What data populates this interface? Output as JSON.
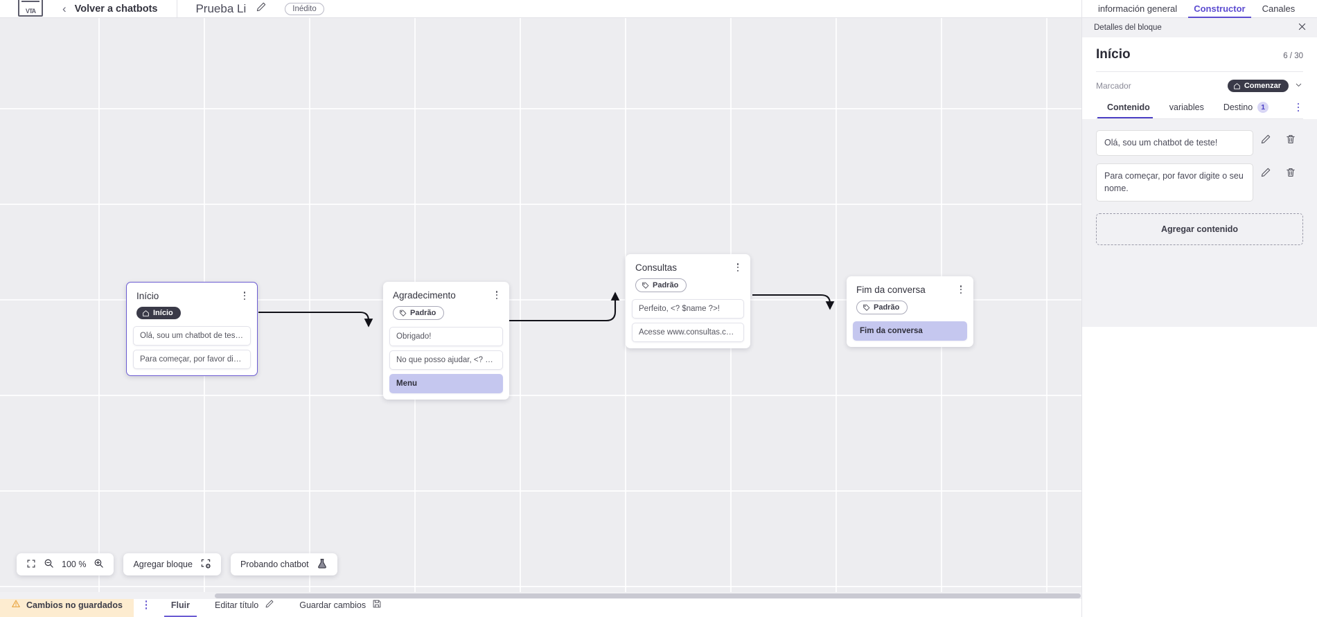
{
  "topbar": {
    "logo_text": "VTA",
    "back_label": "Volver a chatbots",
    "doc_title": "Prueba Li",
    "status_pill": "Inédito",
    "back_icon": "chevron-left-icon",
    "edit_icon": "pencil-icon"
  },
  "canvas": {
    "nodes": [
      {
        "title": "Início",
        "badge": "Início",
        "badge_style": "dark",
        "badge_icon": "home-icon",
        "messages": [
          {
            "text": "Olá, sou um chatbot de teste!",
            "accent": false
          },
          {
            "text": "Para começar, por favor digite o ...",
            "accent": false
          }
        ]
      },
      {
        "title": "Agradecimento",
        "badge": "Padrão",
        "badge_style": "light",
        "badge_icon": "tag-icon",
        "messages": [
          {
            "text": "Obrigado!",
            "accent": false
          },
          {
            "text": "No que posso ajudar, <? $name ...",
            "accent": false
          },
          {
            "text": "Menu",
            "accent": true
          }
        ]
      },
      {
        "title": "Consultas",
        "badge": "Padrão",
        "badge_style": "light",
        "badge_icon": "tag-icon",
        "messages": [
          {
            "text": "Perfeito, <? $name ?>!",
            "accent": false
          },
          {
            "text": "Acesse www.consultas.com par...",
            "accent": false
          }
        ]
      },
      {
        "title": "Fim da conversa",
        "badge": "Padrão",
        "badge_style": "light",
        "badge_icon": "tag-icon",
        "messages": [
          {
            "text": "Fim da conversa",
            "accent": true
          }
        ]
      }
    ]
  },
  "float_tools": {
    "fit_icon": "fit-screen-icon",
    "zoom_out_icon": "zoom-out-icon",
    "zoom_level": "100 %",
    "zoom_in_icon": "zoom-in-icon",
    "add_block_label": "Agregar bloque",
    "add_block_icon": "add-block-icon",
    "test_label": "Probando chatbot",
    "test_icon": "flask-icon"
  },
  "statusbar": {
    "unsaved_label": "Cambios no guardados",
    "warning_icon": "warning-triangle-icon",
    "flow_tab": "Fluir",
    "edit_title_label": "Editar título",
    "edit_title_icon": "pencil-icon",
    "save_label": "Guardar cambios",
    "save_icon": "floppy-disk-icon"
  },
  "right_panel": {
    "tabs": [
      {
        "label": "información general",
        "active": false
      },
      {
        "label": "Constructor",
        "active": true
      },
      {
        "label": "Canales",
        "active": false
      }
    ],
    "header_label": "Detalles del bloque",
    "close_icon": "close-icon",
    "block_title": "Início",
    "block_count": "6 / 30",
    "marcador_label": "Marcador",
    "marcador_badge": "Comenzar",
    "marcador_badge_icon": "home-icon",
    "marcador_chevron_icon": "chevron-down-icon",
    "content_tabs": [
      {
        "label": "Contenido",
        "active": true,
        "badge": null
      },
      {
        "label": "variables",
        "active": false,
        "badge": null
      },
      {
        "label": "Destino",
        "active": false,
        "badge": "1"
      }
    ],
    "content_items": [
      {
        "text": "Olá, sou um chatbot de teste!",
        "edit_icon": "pencil-icon",
        "delete_icon": "trash-icon"
      },
      {
        "text": "Para começar, por favor digite o seu nome.",
        "edit_icon": "pencil-icon",
        "delete_icon": "trash-icon"
      }
    ],
    "add_content_label": "Agregar contenido"
  },
  "colors": {
    "accent_purple": "#5b4bd0",
    "node_accent": "#c5c7ef",
    "badge_dark": "#3a3a48",
    "warning_bg": "#fdecd0",
    "canvas_bg": "#ededf0"
  }
}
